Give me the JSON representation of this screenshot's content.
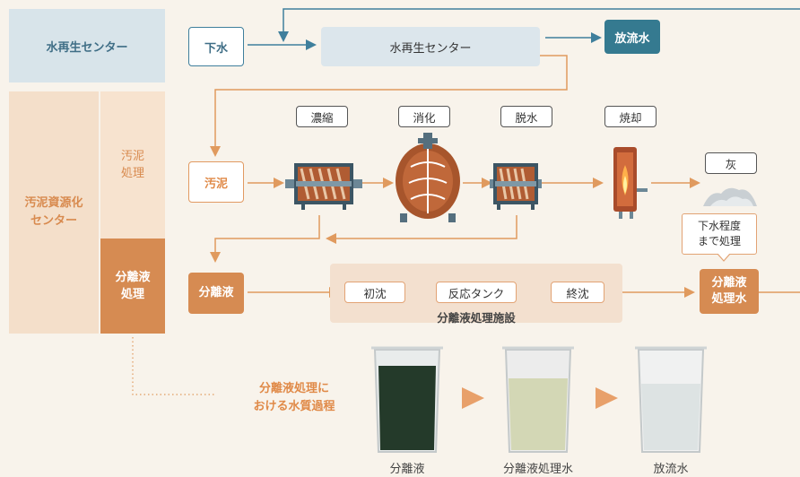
{
  "sidebar": {
    "water_center": "水再生センター",
    "sludge_center": [
      "汚泥資源化",
      "センター"
    ],
    "sludge_treatment": [
      "汚泥",
      "処理"
    ],
    "separation_treatment": [
      "分離液",
      "処理"
    ]
  },
  "top_flow": {
    "sewage": "下水",
    "water_center": "水再生センター",
    "discharge": "放流水"
  },
  "sludge_flow": {
    "sludge": "汚泥",
    "stages": [
      "濃縮",
      "消化",
      "脱水",
      "焼却"
    ],
    "ash": "灰"
  },
  "separation_flow": {
    "separated_liquid": "分離液",
    "steps": [
      "初沈",
      "反応タンク",
      "終沈"
    ],
    "facility_caption": "分離液処理施設",
    "note": [
      "下水程度",
      "まで処理"
    ],
    "treated": [
      "分離液",
      "処理水"
    ]
  },
  "photos": {
    "heading": [
      "分離液処理に",
      "おける水質過程"
    ],
    "captions": [
      "分離液",
      "分離液処理水",
      "放流水"
    ]
  },
  "colors": {
    "arrow_orange": "#e09a5e",
    "arrow_blue": "#3f7f9c",
    "accent_orange": "#d68b52",
    "accent_teal": "#357a90"
  }
}
